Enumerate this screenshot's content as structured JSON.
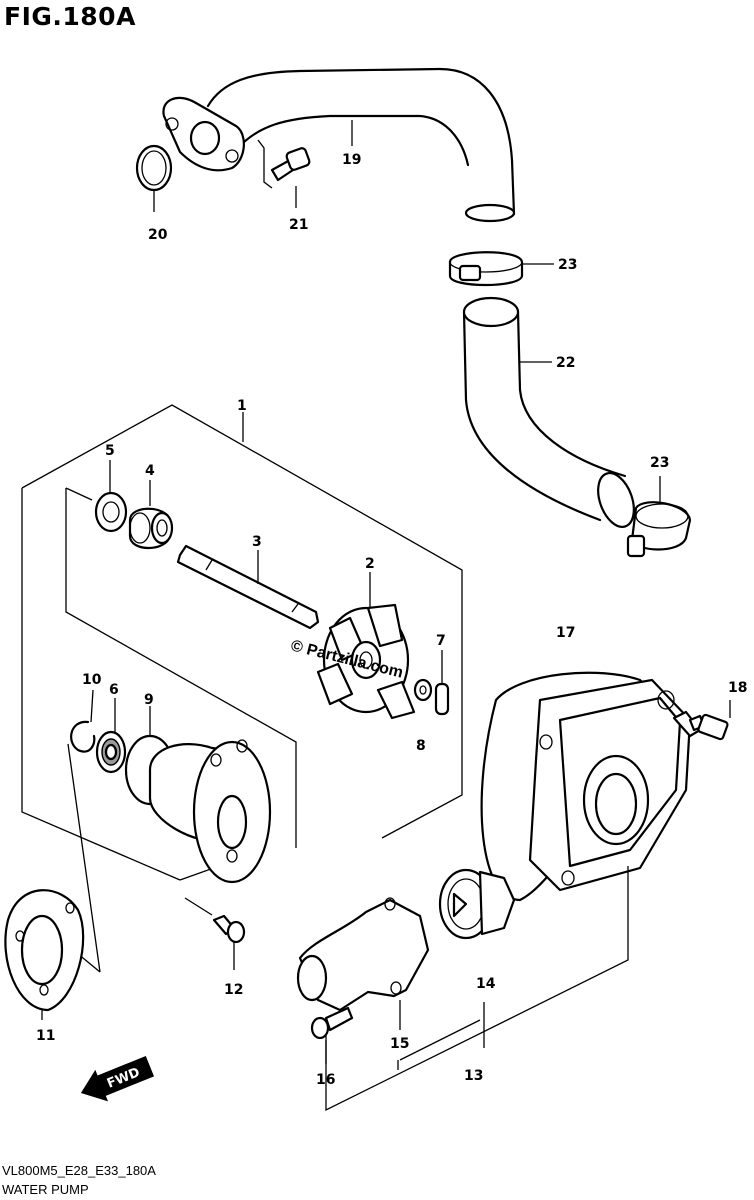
{
  "diagram": {
    "figure_title": "FIG.180A",
    "watermark": "© Partzilla.com",
    "fwd_label": "FWD",
    "footer_code": "VL800M5_E28_E33_180A",
    "footer_name": "WATER PUMP",
    "callouts": [
      "1",
      "2",
      "3",
      "4",
      "5",
      "6",
      "7",
      "8",
      "9",
      "10",
      "11",
      "12",
      "13",
      "14",
      "15",
      "16",
      "17",
      "18",
      "19",
      "20",
      "21",
      "22",
      "23",
      "23"
    ]
  }
}
